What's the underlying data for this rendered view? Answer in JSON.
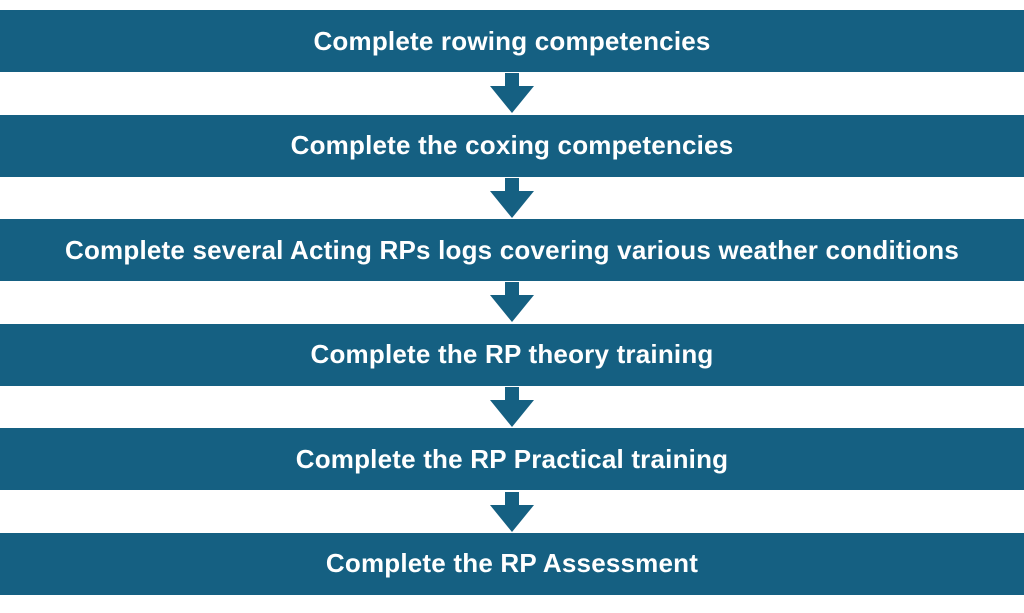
{
  "diagram": {
    "type": "flowchart",
    "direction": "top-to-bottom",
    "accent_color": "#156082",
    "text_color": "#ffffff",
    "steps": [
      {
        "label": "Complete rowing competencies"
      },
      {
        "label": "Complete the coxing competencies"
      },
      {
        "label": "Complete several Acting RPs logs covering various weather conditions"
      },
      {
        "label": "Complete the RP theory training"
      },
      {
        "label": "Complete the RP Practical training"
      },
      {
        "label": "Complete the RP Assessment"
      }
    ]
  }
}
